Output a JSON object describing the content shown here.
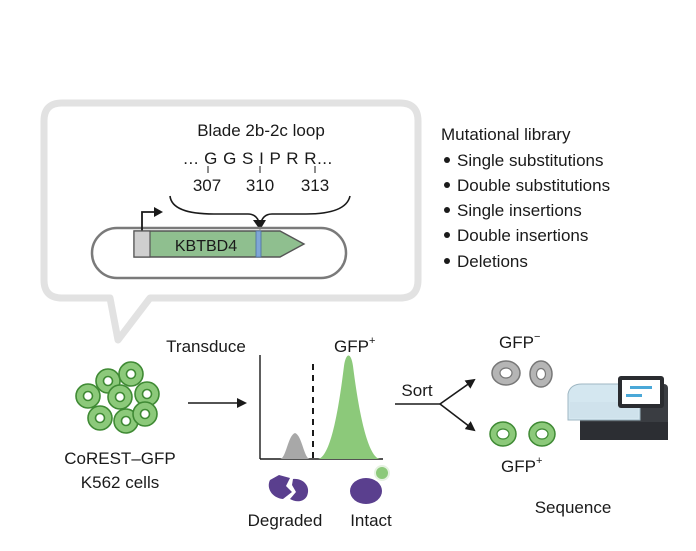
{
  "callout": {
    "loop_title": "Blade 2b-2c loop",
    "sequence": "... G G S I P R R...",
    "positions": [
      "307",
      "310",
      "313"
    ],
    "gene_label": "KBTBD4"
  },
  "library": {
    "title": "Mutational library",
    "items": [
      "Single substitutions",
      "Double substitutions",
      "Single insertions",
      "Double insertions",
      "Deletions"
    ]
  },
  "cells": {
    "label_line1": "CoREST–GFP",
    "label_line2": "K562 cells"
  },
  "flow": {
    "transduce": "Transduce",
    "sort": "Sort",
    "gfp_main": "GFP",
    "gfp_main_sup": "+",
    "gfp_neg": "GFP",
    "gfp_neg_sup": "−",
    "gfp_pos": "GFP",
    "gfp_pos_sup": "+",
    "degraded": "Degraded",
    "intact": "Intact",
    "sequence": "Sequence"
  },
  "colors": {
    "green_fill": "#8cc97a",
    "green_dark": "#3f8a34",
    "gray_fill": "#b8b8b8",
    "purple": "#5a3f8e",
    "plasmid_green": "#8fbf8f",
    "marker_blue": "#7fa6d6"
  }
}
